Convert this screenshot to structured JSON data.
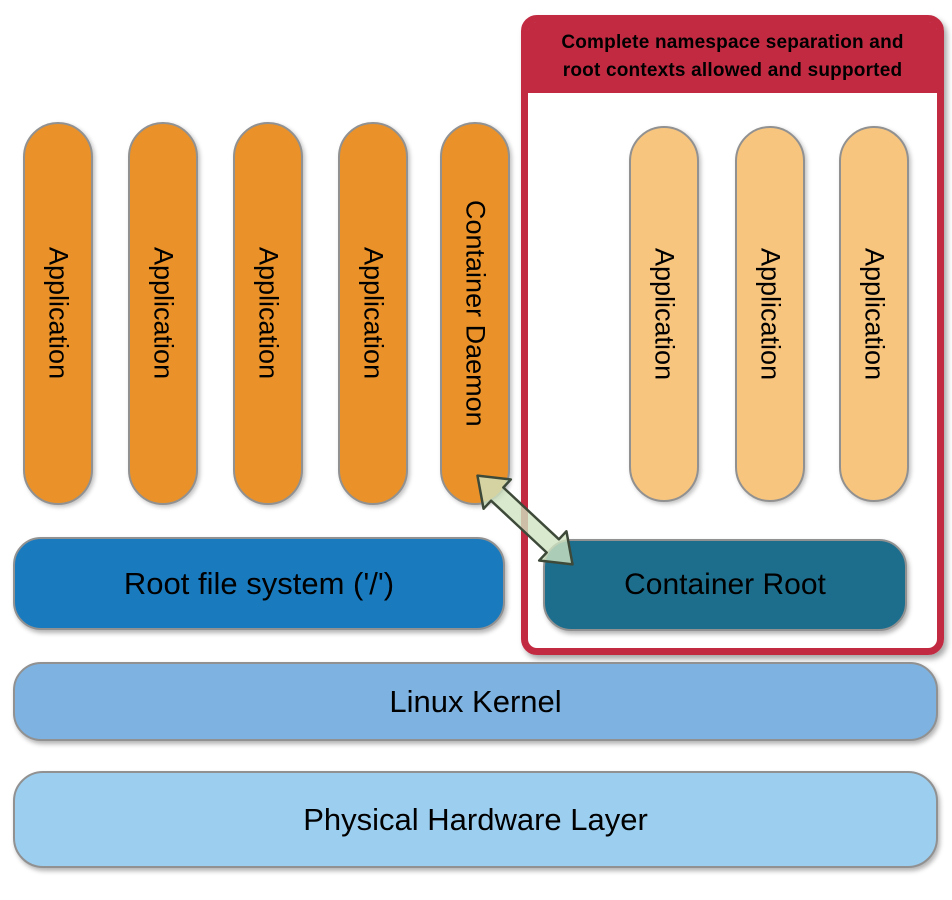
{
  "callout": {
    "lines": [
      "Complete namespace separation and",
      "root contexts allowed and supported"
    ]
  },
  "host_stack": {
    "pills": [
      {
        "label": "Application"
      },
      {
        "label": "Application"
      },
      {
        "label": "Application"
      },
      {
        "label": "Application"
      },
      {
        "label": "Container Daemon"
      }
    ]
  },
  "container_stack": {
    "pills": [
      {
        "label": "Application"
      },
      {
        "label": "Application"
      },
      {
        "label": "Application"
      }
    ]
  },
  "layers": {
    "root_fs": {
      "label": "Root file system ('/')"
    },
    "container_root": {
      "label": "Container Root"
    },
    "kernel": {
      "label": "Linux Kernel"
    },
    "hardware": {
      "label": "Physical Hardware Layer"
    }
  },
  "colors": {
    "app_pill": "#EA9229",
    "container_app_pill": "#F8C57E",
    "root_fs": "#1A7ABE",
    "container_root": "#1D6E8D",
    "kernel": "#7DB2E1",
    "hardware": "#9CCEEF",
    "callout_red": "#C22A42",
    "arrow_fill": "#CFE3C0",
    "arrow_stroke": "#3E4A39",
    "shape_border": "#919191"
  }
}
